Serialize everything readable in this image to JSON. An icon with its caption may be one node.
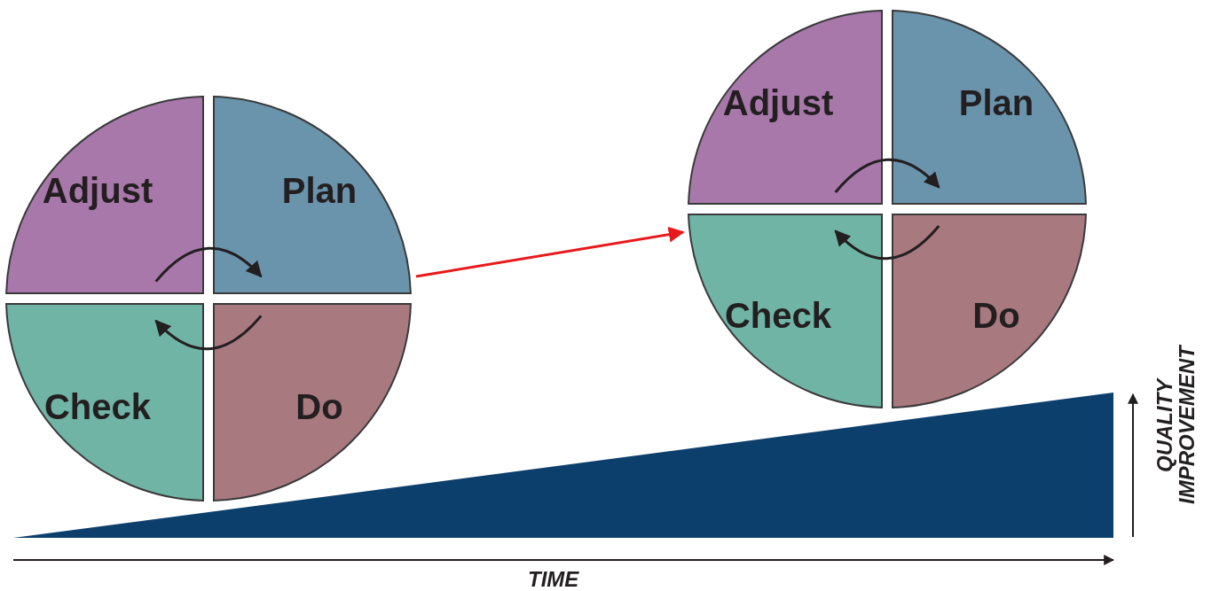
{
  "diagram": {
    "nodes": [
      {
        "text": [],
        "shape": "circle"
      },
      {
        "text": [
          "Adjust"
        ],
        "in": 0
      },
      {
        "text": [
          "Plan"
        ],
        "in": 0
      },
      {
        "text": [
          "Check"
        ],
        "in": 0
      },
      {
        "text": [
          "Do"
        ],
        "in": 0
      },
      {
        "text": [],
        "shape": "circle"
      },
      {
        "text": [
          "Adjust"
        ],
        "in": 5
      },
      {
        "text": [
          "Plan"
        ],
        "in": 5
      },
      {
        "text": [
          "Check"
        ],
        "in": 5
      },
      {
        "text": [
          "Do"
        ],
        "in": 5
      }
    ],
    "edges": [
      {
        "from": 1,
        "to": 2,
        "arrow": "to"
      },
      {
        "from": 4,
        "to": 3,
        "arrow": "to"
      },
      {
        "from": 0,
        "to": 5,
        "arrow": "to",
        "color": "#e8191c"
      },
      {
        "from": 6,
        "to": 7,
        "arrow": "to"
      },
      {
        "from": 9,
        "to": 8,
        "arrow": "to"
      }
    ],
    "labels": [
      "TIME",
      "QUALITY IMPROVEMENT"
    ]
  }
}
